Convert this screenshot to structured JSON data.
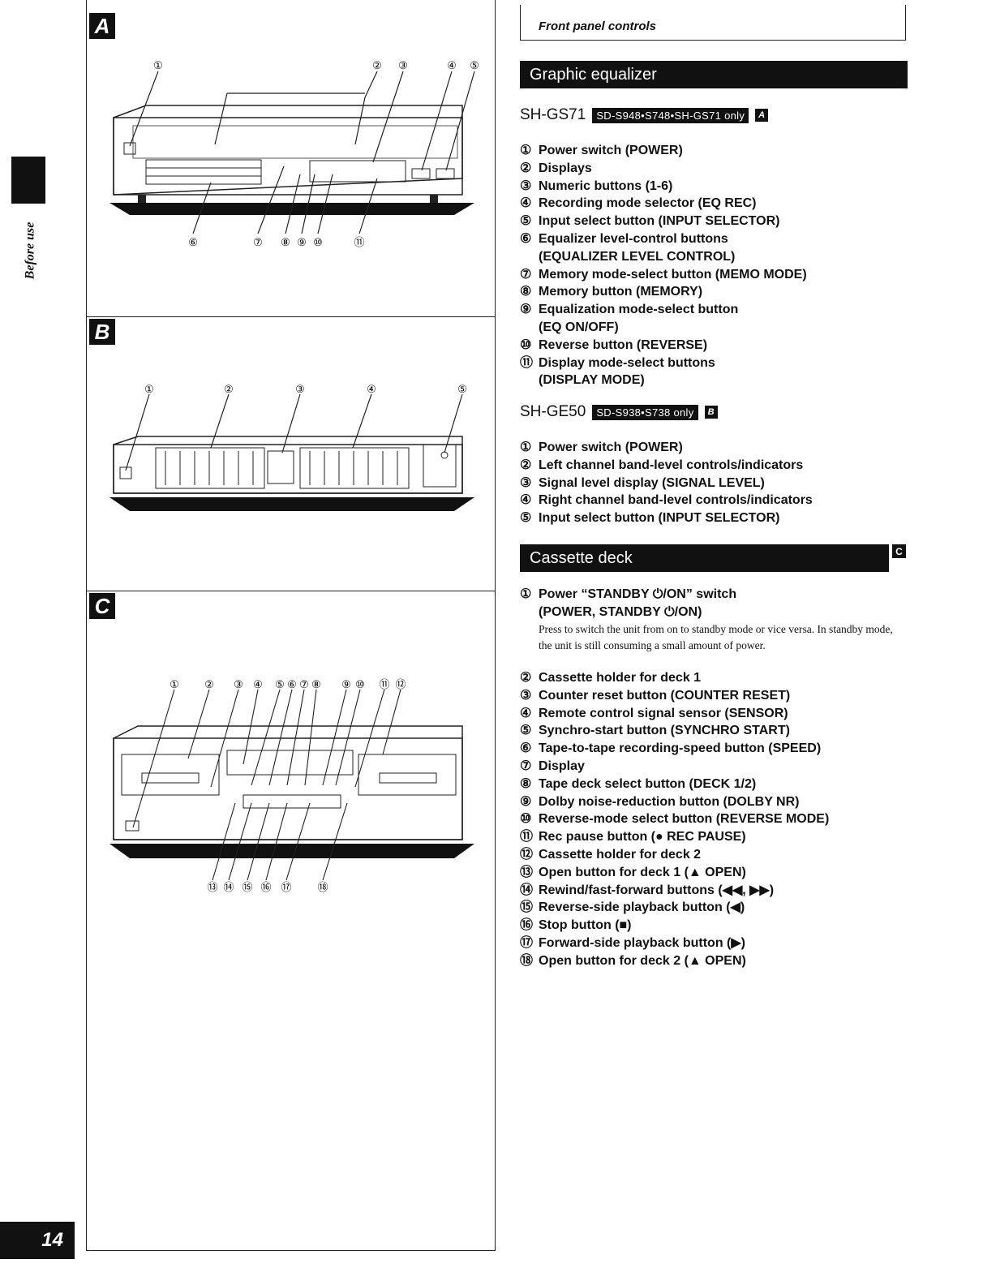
{
  "side_label": "Before use",
  "page_number": "14",
  "panels": {
    "a": "A",
    "b": "B",
    "c": "C"
  },
  "callouts": {
    "a": [
      "①",
      "②",
      "③",
      "④",
      "⑤",
      "⑥",
      "⑦",
      "⑧",
      "⑨",
      "⑩",
      "⑪"
    ],
    "b": [
      "①",
      "②",
      "③",
      "④",
      "⑤"
    ],
    "c": [
      "①",
      "②",
      "③",
      "④",
      "⑤",
      "⑥",
      "⑦",
      "⑧",
      "⑨",
      "⑩",
      "⑪",
      "⑫",
      "⑬",
      "⑭",
      "⑮",
      "⑯",
      "⑰",
      "⑱"
    ]
  },
  "header": {
    "title": "Front panel controls"
  },
  "sections": {
    "graphic_eq": {
      "title": "Graphic equalizer",
      "gs71": {
        "model": "SH-GS71",
        "badge": "SD-S948•S748•SH-GS71 only",
        "fig": "A",
        "items": [
          {
            "num": "①",
            "text": "Power switch (POWER)"
          },
          {
            "num": "②",
            "text": "Displays"
          },
          {
            "num": "③",
            "text": "Numeric buttons (1-6)"
          },
          {
            "num": "④",
            "text": "Recording mode selector (EQ REC)"
          },
          {
            "num": "⑤",
            "text": "Input select button (INPUT SELECTOR)"
          },
          {
            "num": "⑥",
            "text": "Equalizer level-control buttons"
          },
          {
            "num": "",
            "text": "(EQUALIZER LEVEL CONTROL)",
            "cont": true
          },
          {
            "num": "⑦",
            "text": "Memory mode-select button (MEMO MODE)"
          },
          {
            "num": "⑧",
            "text": "Memory button (MEMORY)"
          },
          {
            "num": "⑨",
            "text": "Equalization mode-select button"
          },
          {
            "num": "",
            "text": "(EQ ON/OFF)",
            "cont": true
          },
          {
            "num": "⑩",
            "text": "Reverse button (REVERSE)"
          },
          {
            "num": "⑪",
            "text": "Display mode-select buttons"
          },
          {
            "num": "",
            "text": "(DISPLAY MODE)",
            "cont": true
          }
        ]
      },
      "ge50": {
        "model": "SH-GE50",
        "badge": "SD-S938•S738 only",
        "fig": "B",
        "items": [
          {
            "num": "①",
            "text": "Power switch (POWER)"
          },
          {
            "num": "②",
            "text": "Left channel band-level controls/indicators"
          },
          {
            "num": "③",
            "text": "Signal level display (SIGNAL LEVEL)"
          },
          {
            "num": "④",
            "text": "Right channel band-level controls/indicators"
          },
          {
            "num": "⑤",
            "text": "Input select button (INPUT SELECTOR)"
          }
        ]
      }
    },
    "cassette": {
      "title": "Cassette deck",
      "fig": "C",
      "items_head": [
        {
          "num": "①",
          "text": "Power “STANDBY ⏻/ON” switch"
        },
        {
          "num": "",
          "text": "(POWER, STANDBY ⏻/ON)",
          "cont": true
        }
      ],
      "note": "Press to switch the unit from on to standby mode or vice versa. In standby mode, the unit is still consuming a small amount of power.",
      "items": [
        {
          "num": "②",
          "text": "Cassette holder for deck 1"
        },
        {
          "num": "③",
          "text": "Counter reset button (COUNTER RESET)"
        },
        {
          "num": "④",
          "text": "Remote control signal sensor (SENSOR)"
        },
        {
          "num": "⑤",
          "text": "Synchro-start button (SYNCHRO START)"
        },
        {
          "num": "⑥",
          "text": "Tape-to-tape recording-speed button (SPEED)"
        },
        {
          "num": "⑦",
          "text": "Display"
        },
        {
          "num": "⑧",
          "text": "Tape deck select button (DECK 1/2)"
        },
        {
          "num": "⑨",
          "text": "Dolby noise-reduction button (DOLBY NR)"
        },
        {
          "num": "⑩",
          "text": "Reverse-mode select button (REVERSE MODE)"
        },
        {
          "num": "⑪",
          "text": "Rec pause button (● REC PAUSE)"
        },
        {
          "num": "⑫",
          "text": "Cassette holder for deck 2"
        },
        {
          "num": "⑬",
          "text": "Open button for deck 1 (▲ OPEN)"
        },
        {
          "num": "⑭",
          "text": "Rewind/fast-forward buttons (◀◀, ▶▶)"
        },
        {
          "num": "⑮",
          "text": "Reverse-side playback button (◀)"
        },
        {
          "num": "⑯",
          "text": "Stop button (■)"
        },
        {
          "num": "⑰",
          "text": "Forward-side playback button (▶)"
        },
        {
          "num": "⑱",
          "text": "Open button for deck 2 (▲ OPEN)"
        }
      ]
    }
  }
}
